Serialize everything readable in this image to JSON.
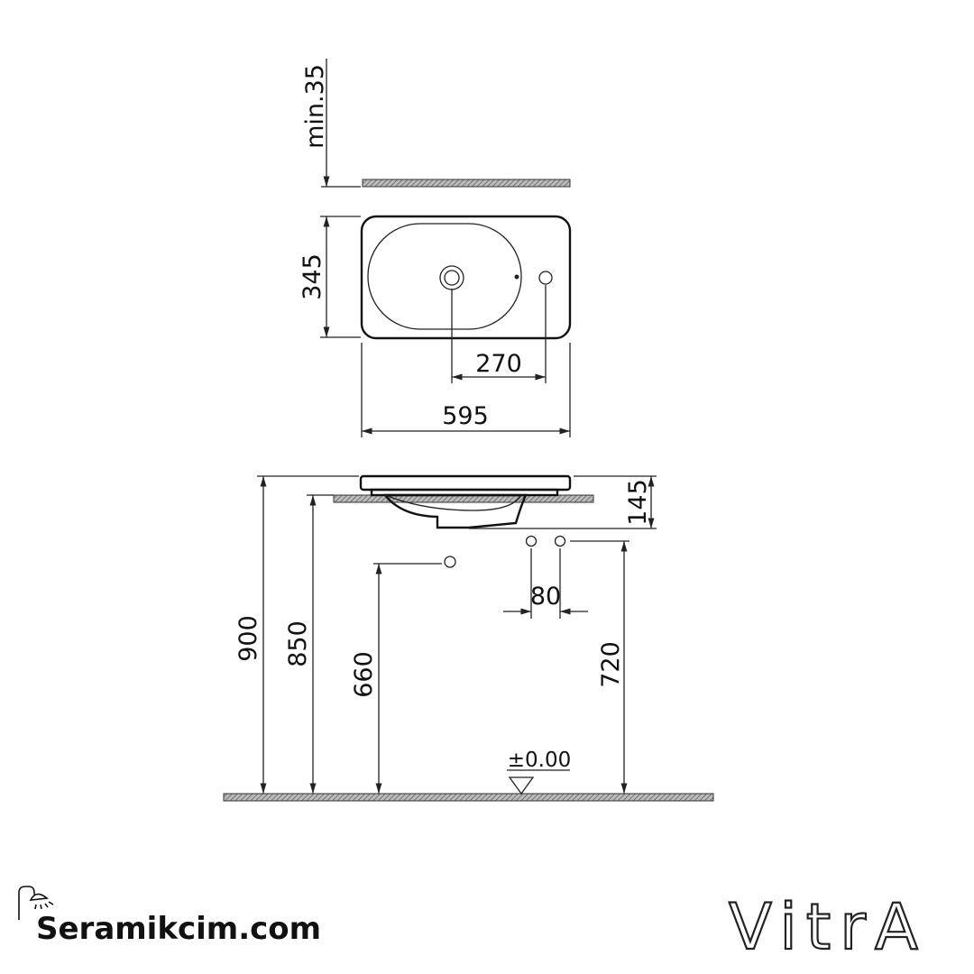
{
  "drawing": {
    "dimensions": {
      "counter_gap": "min.35",
      "depth": "345",
      "tap_offset": "270",
      "width": "595",
      "height_above_counter": "145",
      "total_height": "900",
      "counter_height": "850",
      "waste_height": "660",
      "supply_height": "720",
      "supply_spacing": "80",
      "floor_level": "±0.00"
    }
  },
  "branding": {
    "retailer": "Seramikcim.com",
    "manufacturer": "VitrA"
  },
  "colors": {
    "line": "#222222",
    "hatch": "#777777"
  }
}
